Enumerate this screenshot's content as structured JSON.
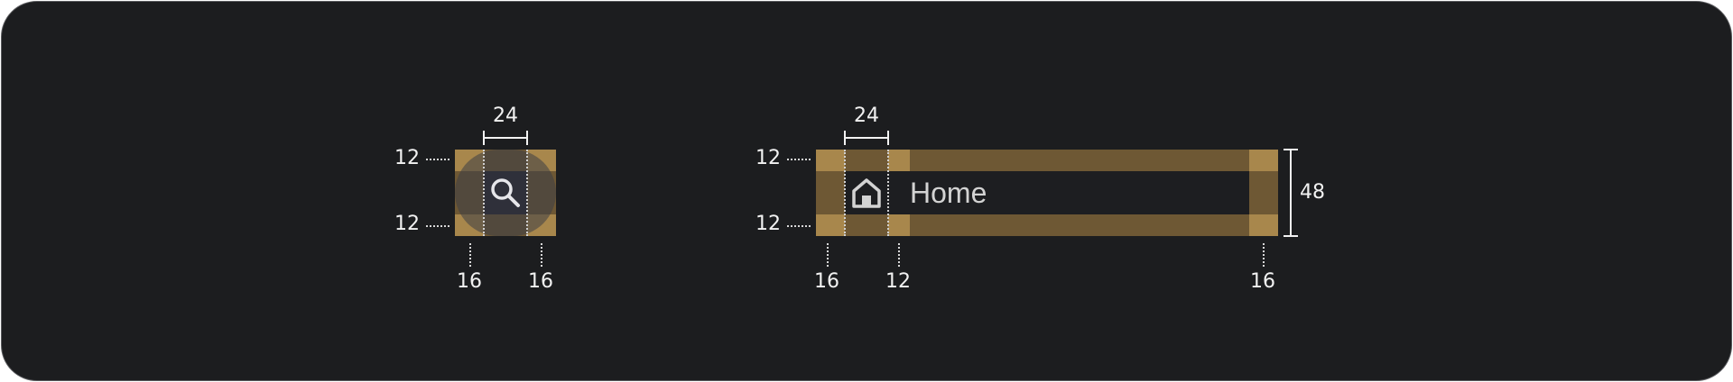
{
  "examples": {
    "icon_button": {
      "icon": "search-icon",
      "spacing": {
        "icon_width": "24",
        "top": "12",
        "bottom": "12",
        "left": "16",
        "right": "16"
      }
    },
    "nav_item": {
      "icon": "home-icon",
      "label": "Home",
      "spacing": {
        "icon_width": "24",
        "top": "12",
        "bottom": "12",
        "left": "16",
        "gap": "12",
        "right": "16",
        "height": "48"
      }
    }
  },
  "colors": {
    "background": "#1c1d1f",
    "padding_highlight": "#a8874c",
    "content_highlight": "#6e5834",
    "text": "#f2f2f2"
  }
}
